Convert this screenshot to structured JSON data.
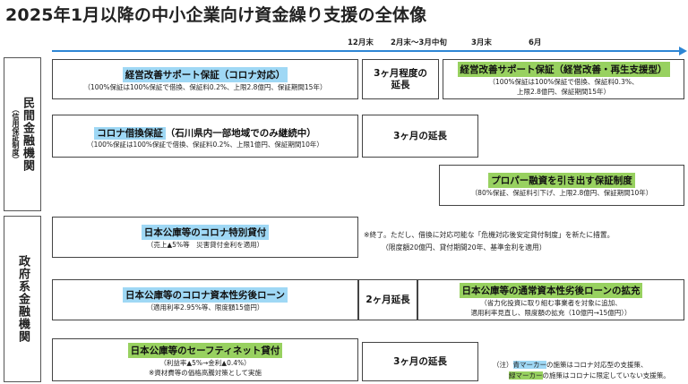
{
  "title": "2025年1月以降の中小企業向け資金繰り支援の全体像",
  "timeline": {
    "ticks": [
      "12月末",
      "2月末～3月中旬",
      "3月末",
      "6月"
    ]
  },
  "sections": {
    "private": {
      "label": "民間金融機関",
      "sub": "（信用保証制度）"
    },
    "government": {
      "label": "政府系金融機関"
    }
  },
  "rows": {
    "keiei_corona": {
      "title": "経営改善サポート保証（コロナ対応）",
      "detail": "（100%保証は100%保証で借換、保証料0.2%、上限2.8億円、保証期間15年）",
      "extension": "3ヶ月程度の延長",
      "next_title": "経営改善サポート保証（経営改善・再生支援型）",
      "next_detail_1": "（100%保証は100%保証で借換、保証料0.3%、",
      "next_detail_2": "上限2.8億円、保証期間15年）"
    },
    "corona_karikae": {
      "title": "コロナ借換保証",
      "title_suffix": "（石川県内一部地域でのみ継続中）",
      "detail": "（100%保証は100%保証で借換、保証料0.2%、上限1億円、保証期間10年）",
      "extension": "3ヶ月の延長"
    },
    "proper": {
      "title": "プロパー融資を引き出す保証制度",
      "detail": "（80%保証、保証料引下げ、上限2.8億円、保証期間10年）"
    },
    "jfc_corona_special": {
      "title": "日本公庫等のコロナ特別貸付",
      "detail": "（売上▲5%等　災害貸付金利を適用）",
      "note_1": "※終了。ただし、借換に対応可能な「危機対応後安定貸付制度」を新たに措置。",
      "note_2": "（限度額20億円、貸付期間20年、基準金利を適用）"
    },
    "jfc_corona_capital": {
      "title": "日本公庫等のコロナ資本性劣後ローン",
      "detail": "（適用利率2.95%等、限度額15億円）",
      "extension": "2ヶ月延長",
      "next_title": "日本公庫等の通常資本性劣後ローンの拡充",
      "next_detail_1": "（省力化投資に取り組む事業者を対象に追加、",
      "next_detail_2": "適用利率見直し、限度額の拡充（10億円→15億円））"
    },
    "jfc_safety": {
      "title": "日本公庫等のセーフティネット貸付",
      "detail_1": "（利益率▲5%→金利▲0.4%）",
      "detail_2": "※資材費等の価格高騰対策として実施",
      "extension": "3ヶ月の延長"
    }
  },
  "legend": {
    "prefix": "（注）",
    "blue_marker": "青マーカー",
    "blue_text": "の施策はコロナ対応型の支援策、",
    "green_marker": "緑マーカー",
    "green_text": "の施策はコロナに限定していない支援策。"
  },
  "colors": {
    "blue_marker": "#9fd8f5",
    "green_marker": "#98d160",
    "timeline": "#2e86d4"
  }
}
